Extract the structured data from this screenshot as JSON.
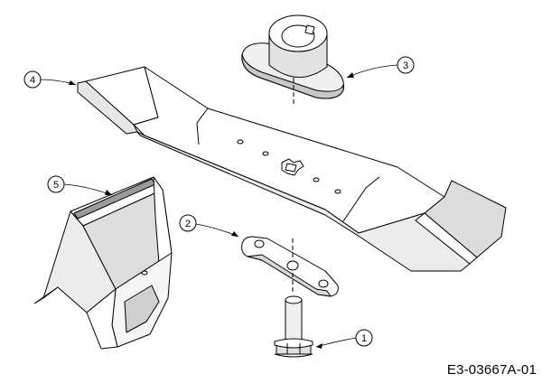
{
  "callouts": [
    {
      "number": "1",
      "part": "bolt"
    },
    {
      "number": "2",
      "part": "blade-adapter-plate"
    },
    {
      "number": "3",
      "part": "blade-hub"
    },
    {
      "number": "4",
      "part": "mower-blade"
    },
    {
      "number": "5",
      "part": "mulching-plug"
    }
  ],
  "drawing_id": "E3-03667A-01",
  "colors": {
    "line": "#000000",
    "fill": "#ffffff",
    "shade": "#d8d8d8",
    "shade_dark": "#b8b8b8"
  }
}
